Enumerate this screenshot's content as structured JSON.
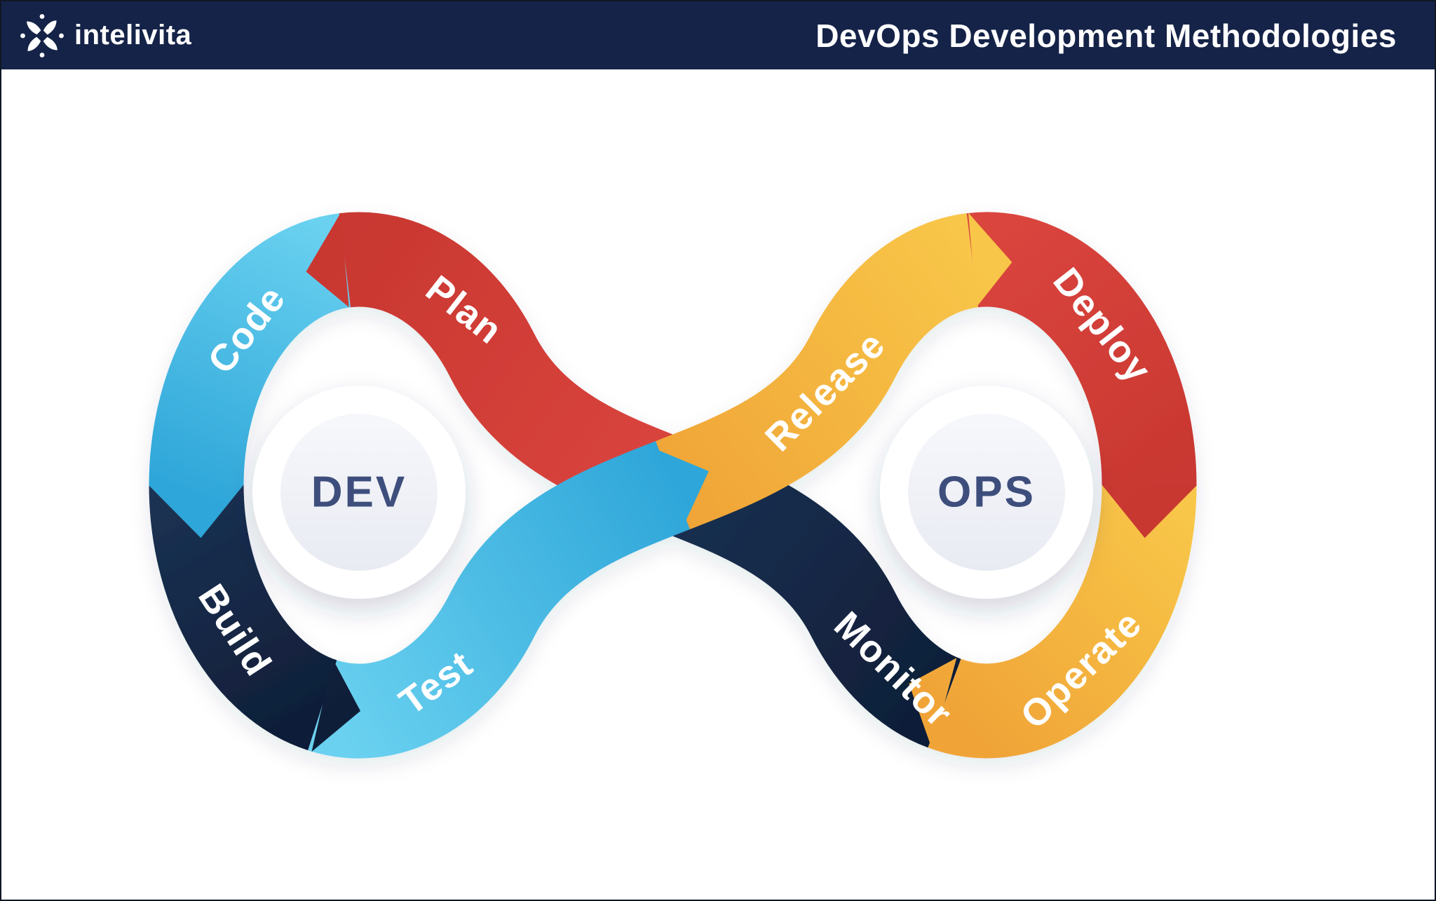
{
  "header": {
    "brand": "intelivita",
    "logo_icon": "pinwheel-star-icon",
    "title": "DevOps Development Methodologies"
  },
  "diagram": {
    "type": "devops-infinity-loop",
    "left_loop": {
      "center_label": "DEV",
      "flow": "counterclockwise",
      "segments": [
        {
          "label": "Plan",
          "color_key": "red"
        },
        {
          "label": "Code",
          "color_key": "cyan"
        },
        {
          "label": "Build",
          "color_key": "navy"
        },
        {
          "label": "Test",
          "color_key": "cyan"
        }
      ]
    },
    "right_loop": {
      "center_label": "OPS",
      "flow": "clockwise",
      "segments": [
        {
          "label": "Release",
          "color_key": "yellow"
        },
        {
          "label": "Deploy",
          "color_key": "red"
        },
        {
          "label": "Operate",
          "color_key": "yellow"
        },
        {
          "label": "Monitor",
          "color_key": "navy"
        }
      ]
    }
  },
  "colors": {
    "header_bg": "#152348",
    "page_bg": "#FFFFFF",
    "cyan_light": "#6AD1F0",
    "cyan_deep": "#2EA6D9",
    "yellow_light": "#F8C648",
    "yellow_deep": "#F0A437",
    "red": "#DA453E",
    "red_dark": "#C93731",
    "navy": "#1B3152",
    "navy_dark": "#0F1E38",
    "center_text": "#3E4E7C",
    "label_text": "#FFFFFF",
    "button_hi": "#F6F7FB",
    "button_lo": "#E9EBF3",
    "logo_color": "#FFFFFF"
  }
}
